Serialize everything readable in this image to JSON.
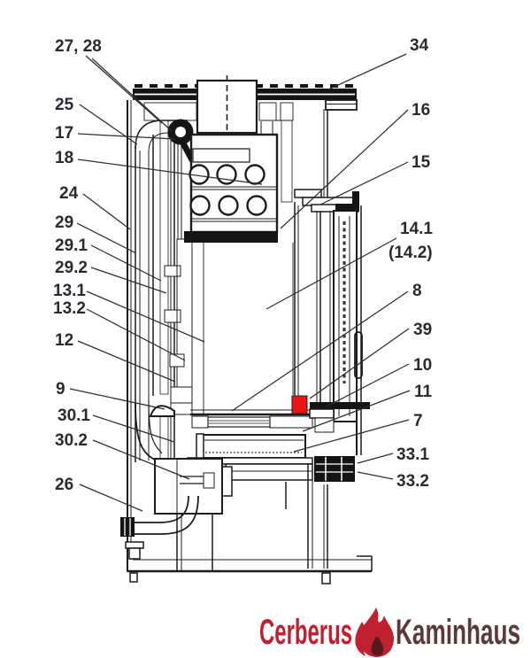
{
  "figure": {
    "kind": "technical cross-section parts diagram",
    "subject": "wood-burning stove sectional view with numbered part callouts"
  },
  "colors": {
    "background": "#ffffff",
    "label_text": "#2a2a31",
    "line_art": "#1c1c1c",
    "highlight_red": "#ec1313",
    "logo_red": "#c01f2f",
    "logo_dark_brown": "#5e393b"
  },
  "callouts": {
    "left": [
      {
        "id": "27-28",
        "text": "27, 28"
      },
      {
        "id": "25",
        "text": "25"
      },
      {
        "id": "17",
        "text": "17"
      },
      {
        "id": "18",
        "text": "18"
      },
      {
        "id": "24",
        "text": "24"
      },
      {
        "id": "29",
        "text": "29"
      },
      {
        "id": "29-1",
        "text": "29.1"
      },
      {
        "id": "29-2",
        "text": "29.2"
      },
      {
        "id": "13-1",
        "text": "13.1"
      },
      {
        "id": "13-2",
        "text": "13.2"
      },
      {
        "id": "12",
        "text": "12"
      },
      {
        "id": "9",
        "text": "9"
      },
      {
        "id": "30-1",
        "text": "30.1"
      },
      {
        "id": "30-2",
        "text": "30.2"
      },
      {
        "id": "26",
        "text": "26"
      }
    ],
    "right": [
      {
        "id": "34",
        "text": "34"
      },
      {
        "id": "16",
        "text": "16"
      },
      {
        "id": "15",
        "text": "15"
      },
      {
        "id": "14-1",
        "text": "14.1"
      },
      {
        "id": "14-2",
        "text": "(14.2)"
      },
      {
        "id": "8",
        "text": "8"
      },
      {
        "id": "39",
        "text": "39"
      },
      {
        "id": "10",
        "text": "10"
      },
      {
        "id": "11",
        "text": "11"
      },
      {
        "id": "7",
        "text": "7"
      },
      {
        "id": "33-1",
        "text": "33.1"
      },
      {
        "id": "33-2",
        "text": "33.2"
      }
    ]
  },
  "logo": {
    "word1": "Cerberus",
    "word2": "Kaminhaus",
    "icon": "flame-icon"
  }
}
